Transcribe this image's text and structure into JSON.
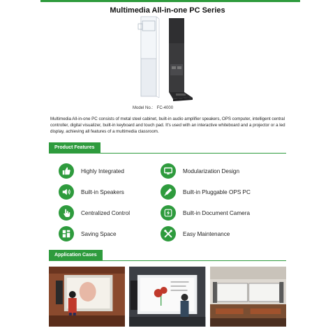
{
  "title": "Multimedia All-in-one PC Series",
  "model": {
    "label": "Model No.:",
    "value": "FC-4000"
  },
  "description": "Multimedia All-in-one PC consists of metal steel cabinet, built-in audio amplifier speakers, OPS computer, intelligent central controller, digital visualizer, built-in keyboard and touch pad. It's used with an interactive whiteboard and a projector or a led display, achieving all features of a multimedia classroom.",
  "sections": {
    "features": "Product Features",
    "cases": "Application Cases"
  },
  "features": [
    {
      "label": "Highly Integrated",
      "icon": "thumbs-up-icon"
    },
    {
      "label": "Modularization Design",
      "icon": "monitor-icon"
    },
    {
      "label": "Built-in Speakers",
      "icon": "speaker-icon"
    },
    {
      "label": "Built-in Pluggable OPS PC",
      "icon": "pen-icon"
    },
    {
      "label": "Centralized Control",
      "icon": "hand-pointer-icon"
    },
    {
      "label": "Built-in Document Camera",
      "icon": "lightning-icon"
    },
    {
      "label": "Saving Space",
      "icon": "layout-icon"
    },
    {
      "label": "Easy Maintenance",
      "icon": "tools-icon"
    }
  ],
  "colors": {
    "accent": "#2e9b3d"
  }
}
